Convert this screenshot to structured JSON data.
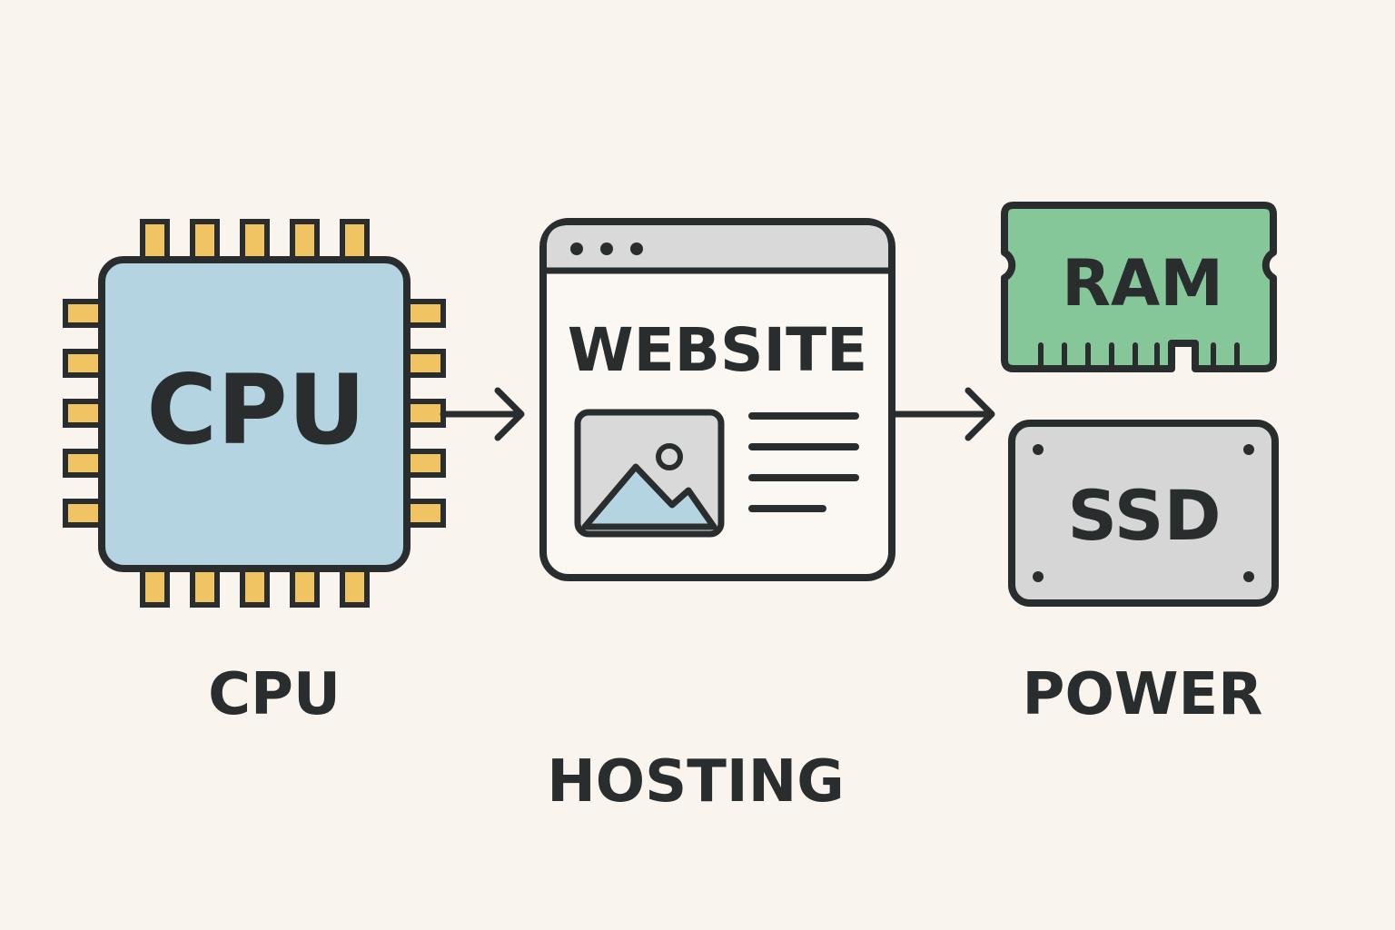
{
  "colors": {
    "background": "#f9f5ee",
    "outline": "#2a2d2d",
    "cpu_fill": "#b3d4e0",
    "cpu_pins": "#f0c463",
    "browser_bar": "#d9d9d9",
    "browser_body": "#fbf8f3",
    "image_sky": "#d9d9d9",
    "image_mountain": "#b3d4e0",
    "ram_fill": "#86c79a",
    "ssd_fill": "#d6d6d6"
  },
  "icons": {
    "cpu": "cpu-chip-icon",
    "browser": "browser-window-icon",
    "image": "image-icon",
    "ram": "ram-module-icon",
    "ssd": "ssd-drive-icon",
    "arrow": "arrow-right-icon"
  },
  "cpu": {
    "chip_text": "CPU",
    "caption": "CPU"
  },
  "website": {
    "title": "WEBSITE",
    "caption": "HOSTING"
  },
  "ram": {
    "label": "RAM"
  },
  "ssd": {
    "label": "SSD"
  },
  "power": {
    "caption": "POWER"
  }
}
